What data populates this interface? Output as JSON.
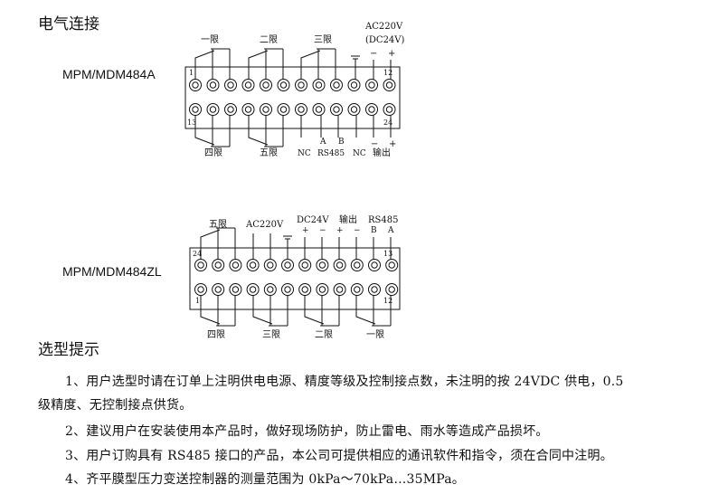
{
  "sections": {
    "wiring_title": "电气连接",
    "selection_title": "选型提示"
  },
  "diagram_a": {
    "model": "MPM/MDM484A",
    "top_relay_labels": [
      "一限",
      "二限",
      "三限"
    ],
    "power_label": "AC220V",
    "power_label_dc": "(DC24V)",
    "top_polarity": [
      "−",
      "+"
    ],
    "corner_numbers": [
      "1",
      "12",
      "13",
      "24"
    ],
    "bottom_relay_labels": [
      "四限",
      "五限"
    ],
    "bottom_labels": [
      "NC",
      "RS485",
      "NC",
      "输出"
    ],
    "rs485_ab": [
      "A",
      "B"
    ],
    "bottom_polarity": [
      "−",
      "+"
    ]
  },
  "diagram_b": {
    "model": "MPM/MDM484ZL",
    "relay_label": "五限",
    "power_label": "AC220V",
    "dc_label": "DC24V",
    "output_label": "输出",
    "rs485_label": "RS485",
    "polarity_signs": [
      "+",
      "−",
      "+",
      "−"
    ],
    "rs485_ba": [
      "B",
      "A"
    ],
    "corner_numbers": [
      "24",
      "13",
      "1",
      "12"
    ],
    "bottom_relay_labels": [
      "四限",
      "三限",
      "二限",
      "一限"
    ]
  },
  "tips": [
    "1、用户选型时请在订单上注明供电电源、精度等级及控制接点数，未注明的按 24VDC 供电，0.5",
    "级精度、无控制接点供货。",
    "2、建议用户在安装使用本产品时，做好现场防护，防止雷电、雨水等造成产品损坏。",
    "3、用户订购具有 RS485 接口的产品，本公司可提供相应的通讯软件和指令，须在合同中注明。",
    "4、齐平膜型压力变送控制器的测量范围为 0kPa～70kPa…35MPa。"
  ]
}
